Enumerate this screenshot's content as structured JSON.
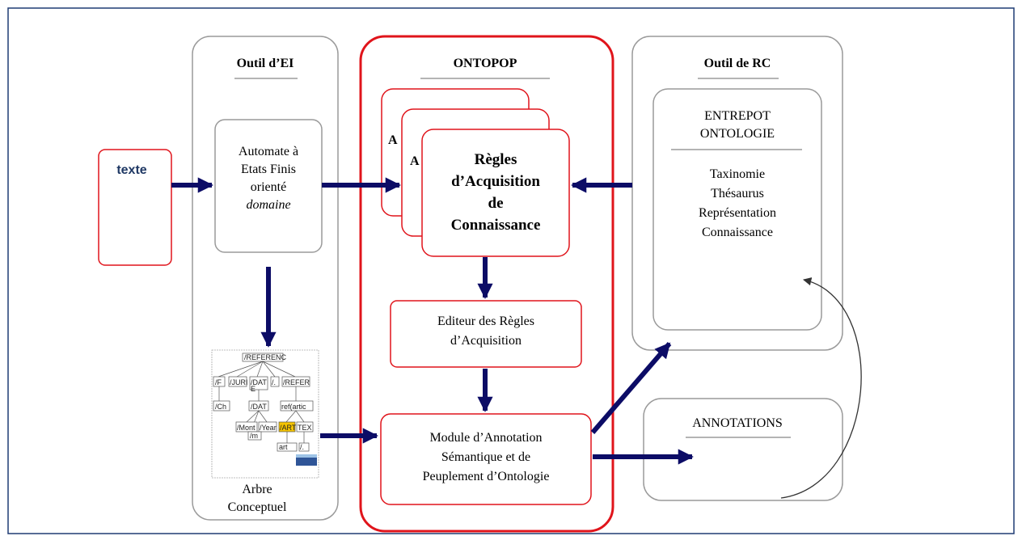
{
  "outil_ei": {
    "title": "Outil d’EI",
    "automate": {
      "line1": "Automate à",
      "line2": "Etats Finis",
      "line3": "orienté",
      "line4": "domaine"
    },
    "arbre": {
      "line1": "Arbre",
      "line2": "Conceptuel"
    }
  },
  "texte": {
    "label": "texte"
  },
  "ontopop": {
    "title": "ONTOPOP",
    "stack_back1": "A",
    "stack_back2": "A",
    "regles": {
      "line1": "Règles",
      "line2": "d’Acquisition",
      "line3": "de",
      "line4": "Connaissance"
    },
    "editeur": {
      "line1": "Editeur des Règles",
      "line2": "d’Acquisition"
    },
    "module": {
      "line1": "Module d’Annotation",
      "line2": "Sémantique et de",
      "line3": "Peuplement d’Ontologie"
    }
  },
  "outil_rc": {
    "title": "Outil de RC",
    "entrepot": {
      "line1": "ENTREPOT",
      "line2": "ONTOLOGIE"
    },
    "items": [
      "Taxinomie",
      "Thésaurus",
      "Représentation",
      "Connaissance"
    ]
  },
  "annotations": {
    "label": "ANNOTATIONS"
  },
  "tree": {
    "root": "/REFERENC",
    "n1": "/F",
    "n2": "/JURI",
    "n3": "/DAT",
    "n3b": "E",
    "n4": "/.",
    "n5": "/REFER",
    "n6": "/Ch",
    "n7": "/DAT",
    "n8": "ref(artic",
    "n9": "/Mont",
    "n10": "/Year",
    "n11": "/ART",
    "n12": "TEX",
    "n13": "/m",
    "n14": "art",
    "n15": "/."
  },
  "colors": {
    "red": "#e0141b",
    "gray": "#9a9a9a",
    "arrow": "#0c0c66",
    "texte_blue": "#1f3864",
    "highlight": "#f5c400",
    "frame": "#1f3b73"
  }
}
